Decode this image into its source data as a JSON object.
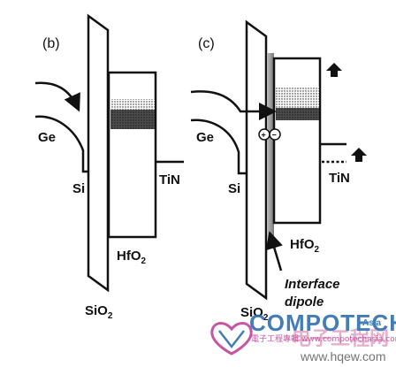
{
  "panel_b": {
    "label": "(b)",
    "ge": "Ge",
    "si": "Si",
    "tin": "TiN",
    "hfo2_base": "HfO",
    "hfo2_sub": "2",
    "sio2_base": "SiO",
    "sio2_sub": "2"
  },
  "panel_c": {
    "label": "(c)",
    "ge": "Ge",
    "si": "Si",
    "tin": "TiN",
    "hfo2_base": "HfO",
    "hfo2_sub": "2",
    "sio2_base": "SiO",
    "sio2_sub": "2",
    "dipole_line1": "Interface",
    "dipole_line2": "dipole",
    "plus_sign": "+",
    "minus_sign": "−"
  },
  "watermark": {
    "brand": "COMPOTECH",
    "asia": "Asia",
    "cn_text": "電子工程專輯 www.compotechasia.com",
    "cn_big": "电子工程网",
    "url": "www.hqew.com"
  }
}
